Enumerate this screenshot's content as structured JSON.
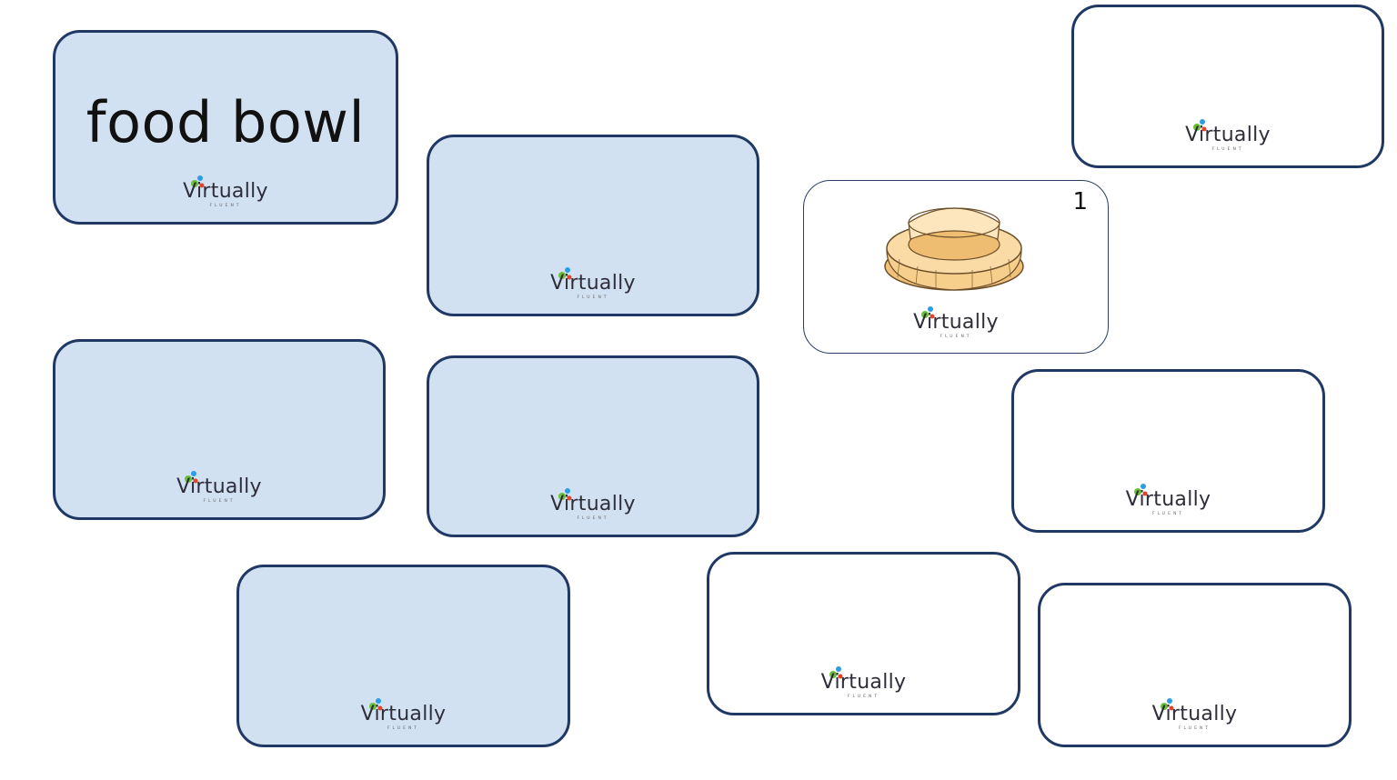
{
  "brand": {
    "name": "Virtually",
    "sub": "FLUENT"
  },
  "cards": [
    {
      "id": "c1",
      "back": "blue",
      "face_up": true,
      "word": "food bowl"
    },
    {
      "id": "c2",
      "back": "blue",
      "face_up": false
    },
    {
      "id": "c3",
      "back": "white",
      "face_up": false
    },
    {
      "id": "c4",
      "back": "white",
      "face_up": true,
      "number": "1",
      "picture": "food-bowl-icon"
    },
    {
      "id": "c5",
      "back": "blue",
      "face_up": false
    },
    {
      "id": "c6",
      "back": "blue",
      "face_up": false
    },
    {
      "id": "c7",
      "back": "white",
      "face_up": false
    },
    {
      "id": "c8",
      "back": "blue",
      "face_up": false
    },
    {
      "id": "c9",
      "back": "white",
      "face_up": false
    },
    {
      "id": "c10",
      "back": "white",
      "face_up": false
    }
  ],
  "colors": {
    "card_blue": "#d2e1f1",
    "card_border": "#1f3864",
    "logo_dot_a": "#e6412a",
    "logo_dot_b": "#2a9de6",
    "logo_dot_c": "#6cbf3a"
  }
}
